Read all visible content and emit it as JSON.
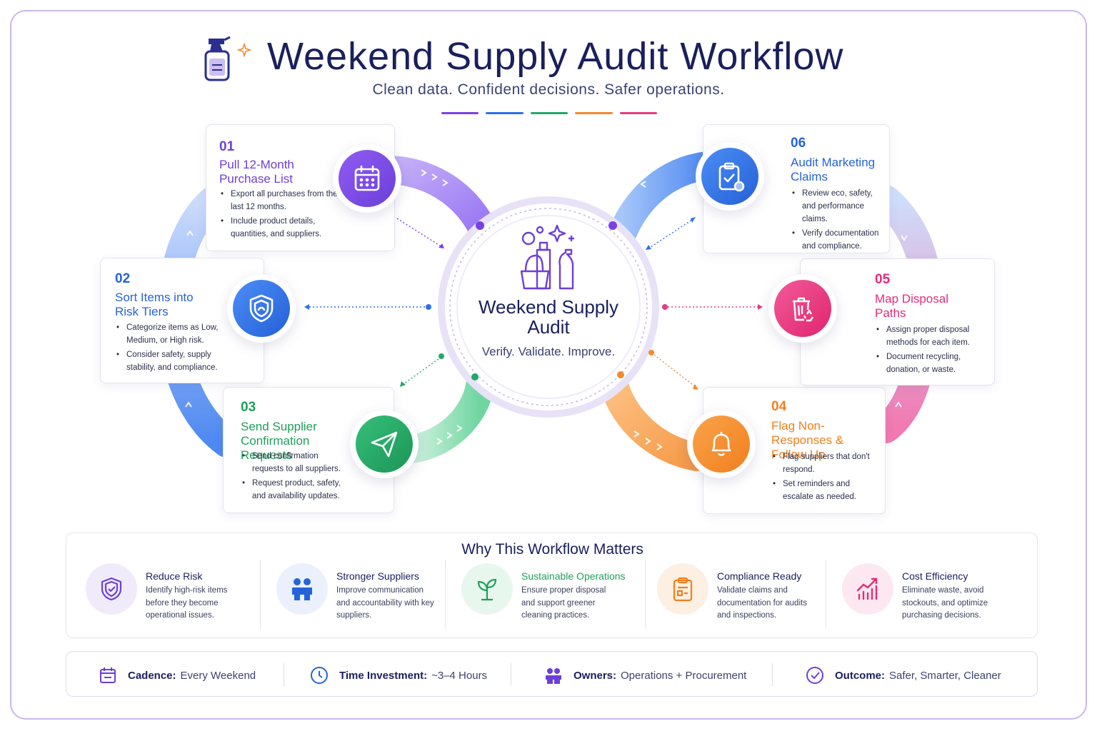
{
  "header": {
    "title": "Weekend Supply Audit Workflow",
    "subtitle": "Clean data. Confident decisions. Safer operations.",
    "dash_colors": [
      "#7b3fe4",
      "#2f6fe8",
      "#22a86a",
      "#f28a30",
      "#e83a80"
    ]
  },
  "center": {
    "title": "Weekend Supply Audit",
    "subtitle": "Verify. Validate. Improve.",
    "accent": "#7b3fe4"
  },
  "steps": [
    {
      "num": "01",
      "title": "Pull 12-Month Purchase List",
      "color": "#6d3fd9",
      "icon": "calendar-icon",
      "bullets": [
        "Export all purchases from the last 12 months.",
        "Include product details, quantities, and suppliers."
      ]
    },
    {
      "num": "02",
      "title": "Sort Items into Risk Tiers",
      "color": "#2563d9",
      "icon": "shield-icon",
      "bullets": [
        "Categorize items as Low, Medium, or High risk.",
        "Consider safety, supply stability, and compliance."
      ]
    },
    {
      "num": "03",
      "title": "Send Supplier Confirmation Requests",
      "color": "#1f9e5a",
      "icon": "paper-plane-icon",
      "bullets": [
        "Send confirmation requests to all suppliers.",
        "Request product, safety, and availability updates."
      ]
    },
    {
      "num": "04",
      "title": "Flag Non-Responses & Follow Up",
      "color": "#f07f1e",
      "icon": "bell-icon",
      "bullets": [
        "Flag suppliers that don't respond.",
        "Set reminders and escalate as needed."
      ]
    },
    {
      "num": "05",
      "title": "Map Disposal Paths",
      "color": "#e32b78",
      "icon": "recycle-bin-icon",
      "bullets": [
        "Assign proper disposal methods for each item.",
        "Document recycling, donation, or waste."
      ]
    },
    {
      "num": "06",
      "title": "Audit Marketing Claims",
      "color": "#2563d9",
      "icon": "clipboard-check-icon",
      "bullets": [
        "Review eco, safety, and performance claims.",
        "Verify documentation and compliance."
      ]
    }
  ],
  "why": {
    "title": "Why This Workflow Matters",
    "items": [
      {
        "title": "Reduce Risk",
        "text": "Identify high-risk items before they become operational issues.",
        "color": "#6d3fd9",
        "icon": "shield-check-icon"
      },
      {
        "title": "Stronger Suppliers",
        "text": "Improve communication and accountability with key suppliers.",
        "color": "#2563d9",
        "icon": "people-icon"
      },
      {
        "title": "Sustainable Operations",
        "text": "Ensure proper disposal and support greener cleaning practices.",
        "color": "#1f9e5a",
        "icon": "sprout-icon"
      },
      {
        "title": "Compliance Ready",
        "text": "Validate claims and documentation for audits and inspections.",
        "color": "#f07f1e",
        "icon": "clipboard-icon"
      },
      {
        "title": "Cost Efficiency",
        "text": "Eliminate waste, avoid stockouts, and optimize purchasing decisions.",
        "color": "#e32b78",
        "icon": "chart-up-icon"
      }
    ]
  },
  "footer": [
    {
      "label": "Cadence:",
      "value": "Every Weekend",
      "icon": "calendar-icon"
    },
    {
      "label": "Time Investment:",
      "value": "~3–4 Hours",
      "icon": "clock-icon"
    },
    {
      "label": "Owners:",
      "value": "Operations + Procurement",
      "icon": "people-icon"
    },
    {
      "label": "Outcome:",
      "value": "Safer, Smarter, Cleaner",
      "icon": "check-circle-icon"
    }
  ]
}
